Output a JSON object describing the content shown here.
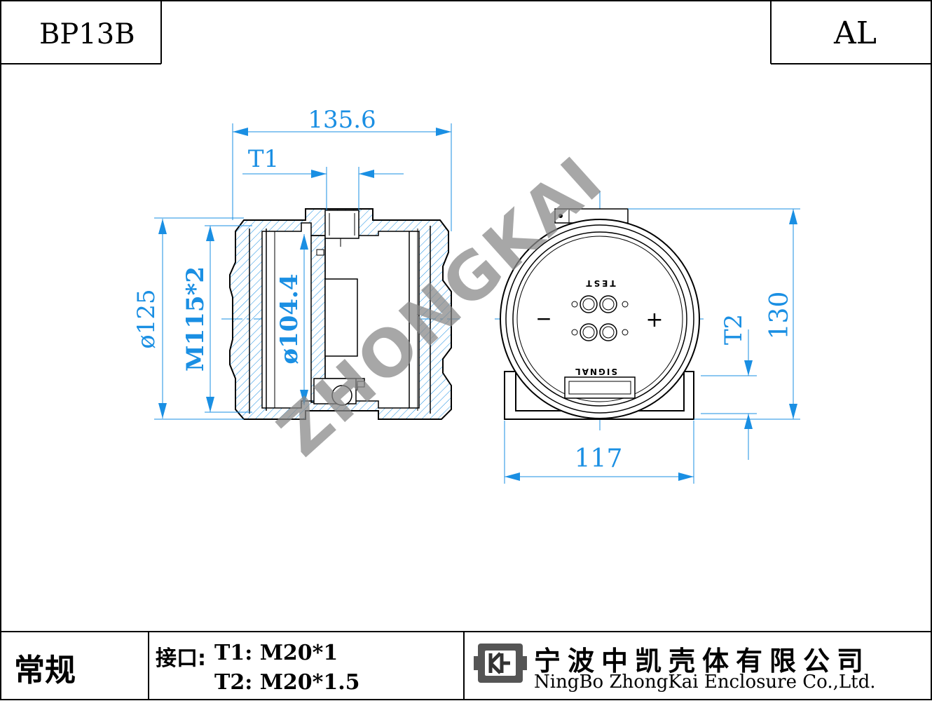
{
  "title_block": {
    "model": "BP13B",
    "material": "AL",
    "type": "常规",
    "port_label": "接口:",
    "t1_spec": "T1: M20*1",
    "t2_spec": "T2: M20*1.5",
    "company_cn": "宁波中凯壳体有限公司",
    "company_en": "NingBo ZhongKai Enclosure Co.,Ltd."
  },
  "dimensions": {
    "length": "135.6",
    "t1": "T1",
    "outer_dia": "ø125",
    "thread": "M115*2",
    "inner_dia": "ø104.4",
    "width": "117",
    "height": "130",
    "t2": "T2"
  },
  "labels": {
    "test": "TEST",
    "signal": "SIGNAL",
    "minus": "−",
    "plus": "+",
    "watermark": "ZHONGKAI"
  },
  "colors": {
    "dimension": "#1a8fe3",
    "line": "#000000"
  }
}
